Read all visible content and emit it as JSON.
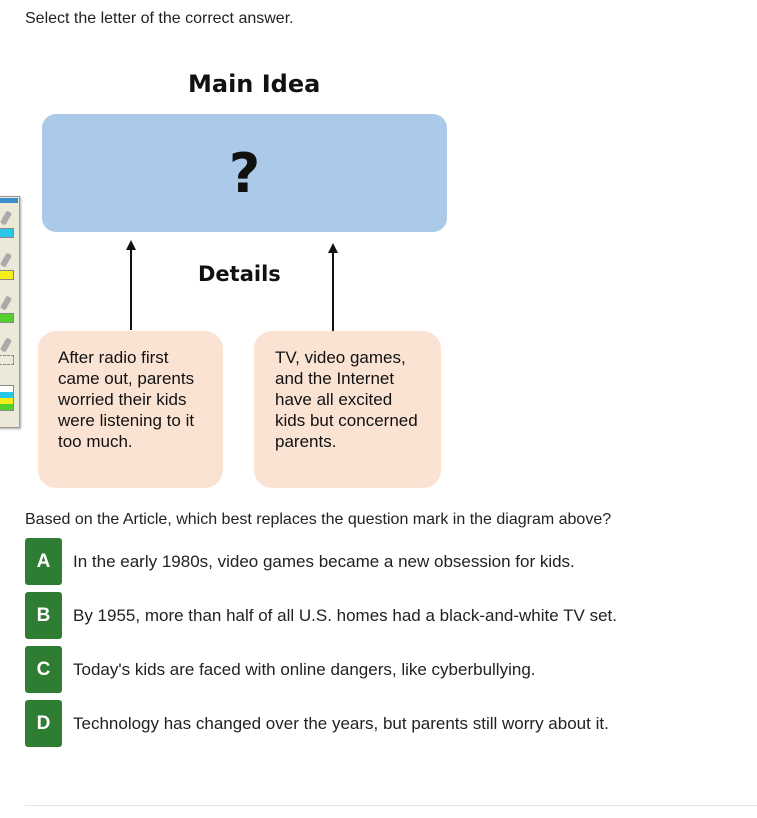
{
  "instruction": "Select the letter of the correct answer.",
  "diagram": {
    "title": "Main Idea",
    "main_box": "?",
    "details_label": "Details",
    "detail_1": "After radio first came out, parents worried their kids were listening to it too much.",
    "detail_2": "TV, video games, and the Internet have all excited kids but concerned parents."
  },
  "question": "Based on the Article, which best replaces the question mark in the diagram above?",
  "options": [
    {
      "letter": "A",
      "text": "In the early 1980s, video games became a new obsession for kids."
    },
    {
      "letter": "B",
      "text": "By 1955, more than half of all U.S. homes had a black-and-white TV set."
    },
    {
      "letter": "C",
      "text": "Today's kids are faced with online dangers, like cyberbullying."
    },
    {
      "letter": "D",
      "text": "Technology has changed over the years, but parents still worry about it."
    }
  ],
  "toolbar": {
    "tools": [
      "highlighter-cyan-icon",
      "highlighter-yellow-icon",
      "highlighter-green-icon",
      "eraser-icon",
      "notes-icon"
    ]
  },
  "colors": {
    "option_green": "#2e7d32",
    "main_box": "#abc9e8",
    "detail_box": "#fbe3d3"
  }
}
